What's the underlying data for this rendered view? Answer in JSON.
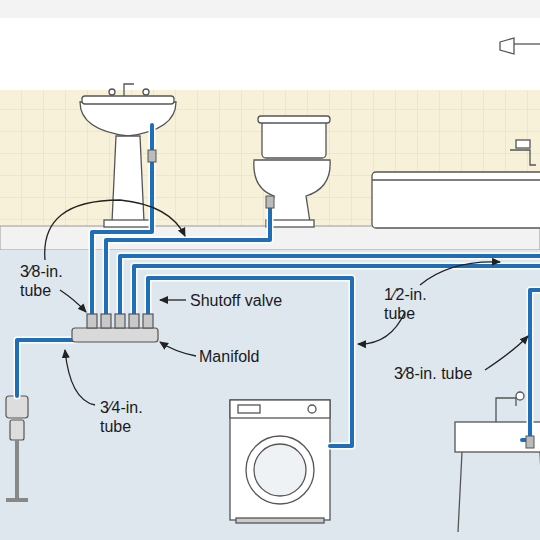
{
  "diagram": {
    "labels": [
      "3⁄8-in. tube",
      "Shutoff valve",
      "Manifold",
      "3⁄4-in. tube",
      "1⁄2-in. tube",
      "3⁄8-in. tube"
    ]
  }
}
